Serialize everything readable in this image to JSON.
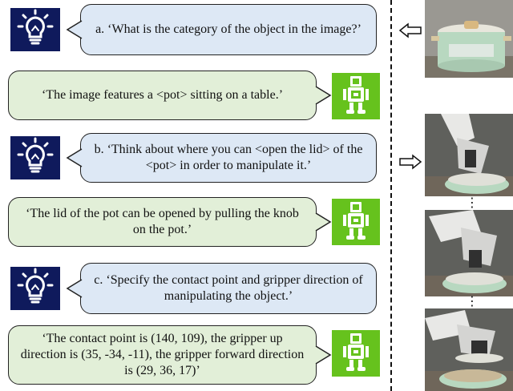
{
  "steps": [
    {
      "question": "a. ‘What is the category of the object in the image?’",
      "answer": "‘The image features a <pot> sitting on a table.’"
    },
    {
      "question": "b. ‘Think about where you can <open the lid> of the <pot> in order to manipulate it.’",
      "answer": "‘The lid of the pot can be opened by pulling the knob on the pot.’"
    },
    {
      "question": "c. ‘Specify the contact point and gripper direction of manipulating the object.’",
      "answer": "‘The contact point is (140, 109), the gripper up direction is (35, -34, -11), the gripper forward direction is (29, 36, 17)’"
    }
  ],
  "icons": {
    "user": "lightbulb-icon",
    "assistant": "robot-icon",
    "arrow": "hollow-arrow-icon"
  },
  "colors": {
    "question_bubble": "#dde8f5",
    "answer_bubble": "#e2efd8",
    "bulb_bg": "#0f1a5c",
    "robot_bg": "#66c21d"
  }
}
